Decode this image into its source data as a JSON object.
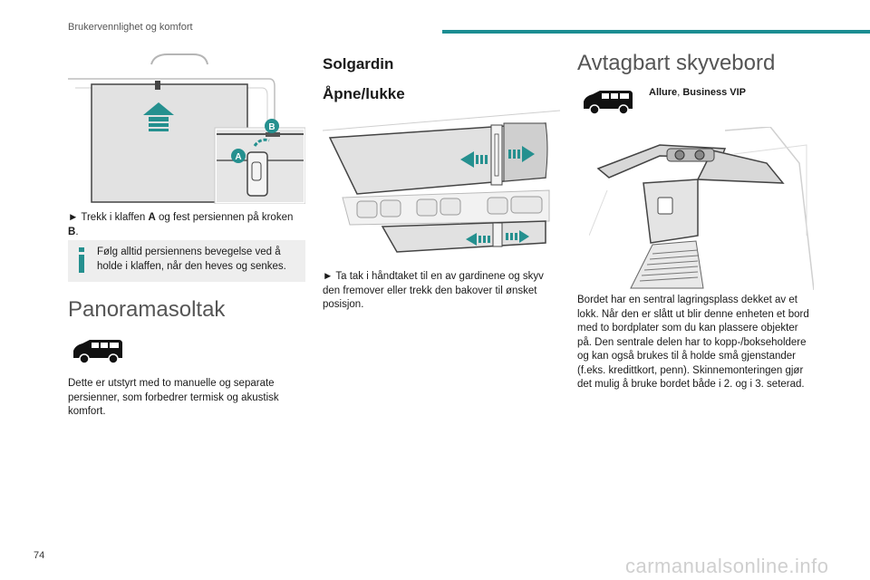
{
  "header": {
    "title": "Brukervennlighet og komfort",
    "accent_color": "#1b8d92"
  },
  "page_number": "74",
  "footer_url": "carmanualsonline.info",
  "col1": {
    "illustration_labels": {
      "a": "A",
      "b": "B"
    },
    "step1": {
      "arrow": "►",
      "text1": " Trekk i klaffen ",
      "a": "A",
      "text2": " og fest persiennen på kroken ",
      "b": "B",
      "end": "."
    },
    "note": {
      "icon": "info-icon",
      "text": "Følg alltid persiennens bevegelse ved å holde i klaffen, når den heves og senkes."
    },
    "section_title": "Panoramasoltak",
    "body": "Dette er utstyrt med to manuelle og separate persienner, som forbedrer termisk og akustisk komfort."
  },
  "col2": {
    "title": "Solgardin",
    "subtitle": "Åpne/lukke",
    "step1": {
      "arrow": "►",
      "text": " Ta tak i håndtaket til en av gardinene og skyv den fremover eller trekk den bakover til ønsket posisjon."
    }
  },
  "col3": {
    "section_title": "Avtagbart skyvebord",
    "versions": {
      "a": "Allure",
      "sep": ", ",
      "b": "Business VIP"
    },
    "body": "Bordet har en sentral lagringsplass dekket av et lokk. Når den er slått ut blir denne enheten et bord med to bordplater som du kan plassere objekter på. Den sentrale delen har to kopp-/bokseholdere og kan også brukes til å holde små gjenstander (f.eks. kredittkort, penn). Skinnemonteringen gjør det mulig å bruke bordet både i 2. og i 3. seterad."
  }
}
